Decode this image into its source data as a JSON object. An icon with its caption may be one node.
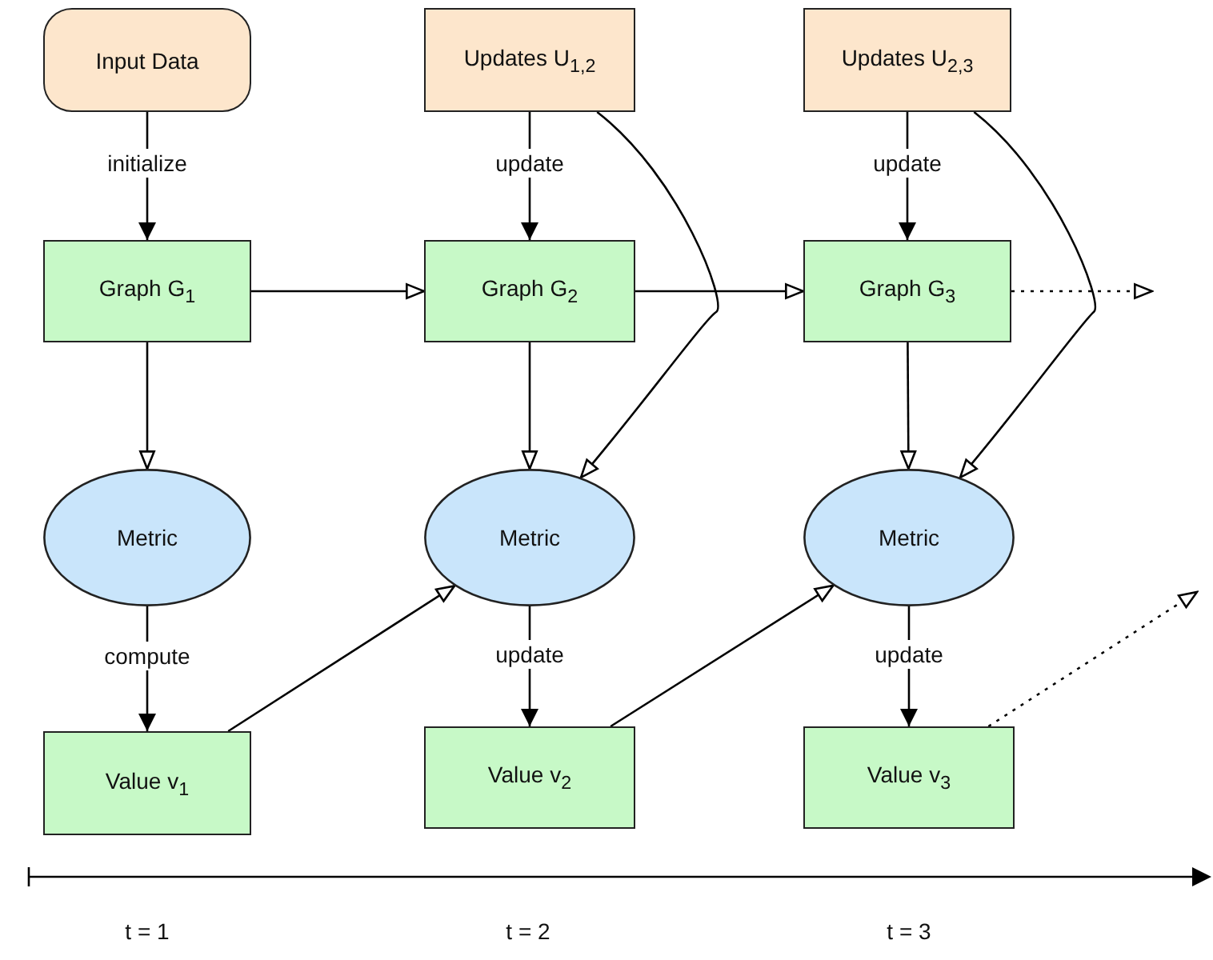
{
  "diagram": {
    "nodes": [
      {
        "text": [
          "Input Data"
        ]
      },
      {
        "text": [
          "Updates U$_{1,2}$"
        ]
      },
      {
        "text": [
          "Updates U$_{2,3}$"
        ]
      },
      {
        "text": [
          "Graph G$_{1}$"
        ]
      },
      {
        "text": [
          "Graph G$_{2}$"
        ]
      },
      {
        "text": [
          "Graph G$_{3}$"
        ]
      },
      {
        "text": [
          "Metric"
        ]
      },
      {
        "text": [
          "Metric"
        ]
      },
      {
        "text": [
          "Metric"
        ]
      },
      {
        "text": [
          "Value v$_{1}$"
        ]
      },
      {
        "text": [
          "Value v$_{2}$"
        ]
      },
      {
        "text": [
          "Value v$_{3}$"
        ]
      }
    ],
    "edges": [
      {
        "from": 0,
        "to": 3,
        "arrow": "to",
        "label": "initialize"
      },
      {
        "from": 1,
        "to": 4,
        "arrow": "to",
        "label": "update"
      },
      {
        "from": 2,
        "to": 5,
        "arrow": "to",
        "label": "update"
      },
      {
        "from": 3,
        "to": 4,
        "arrow": "to"
      },
      {
        "from": 4,
        "to": 5,
        "arrow": "to"
      },
      {
        "from": 5,
        "to": null,
        "arrow": "to",
        "style": "dashed"
      },
      {
        "from": 3,
        "to": 6,
        "arrow": "to"
      },
      {
        "from": 4,
        "to": 7,
        "arrow": "to"
      },
      {
        "from": 5,
        "to": 8,
        "arrow": "to"
      },
      {
        "from": 1,
        "to": 7,
        "arrow": "to"
      },
      {
        "from": 2,
        "to": 8,
        "arrow": "to"
      },
      {
        "from": 6,
        "to": 9,
        "arrow": "to",
        "label": "compute"
      },
      {
        "from": 7,
        "to": 10,
        "arrow": "to",
        "label": "update"
      },
      {
        "from": 8,
        "to": 11,
        "arrow": "to",
        "label": "update"
      },
      {
        "from": 9,
        "to": 7,
        "arrow": "to"
      },
      {
        "from": 10,
        "to": 8,
        "arrow": "to"
      },
      {
        "from": 11,
        "to": null,
        "arrow": "to",
        "style": "dashed"
      }
    ],
    "labels": [
      "t = 1",
      "t = 2",
      "t = 3"
    ]
  }
}
